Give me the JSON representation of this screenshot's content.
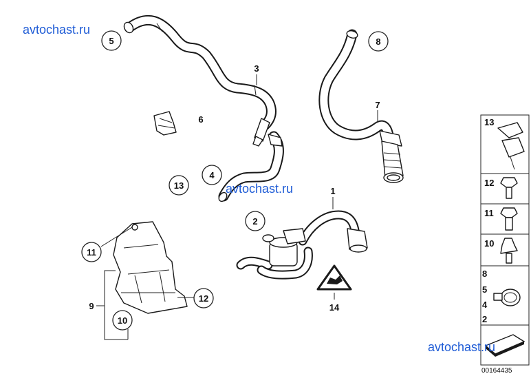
{
  "watermarks": [
    "avtochast.ru",
    "avtochast.ru",
    "avtochast.ru"
  ],
  "callouts": {
    "c1": "1",
    "c2": "2",
    "c3": "3",
    "c4": "4",
    "c5": "5",
    "c6": "6",
    "c7": "7",
    "c8": "8",
    "c9": "9",
    "c10": "10",
    "c11": "11",
    "c12": "12",
    "c13": "13",
    "c14": "14"
  },
  "legend": {
    "r13": "13",
    "r12": "12",
    "r11": "11",
    "r10": "10",
    "group": [
      "8",
      "5",
      "4",
      "2"
    ]
  },
  "catalog_number": "00164435"
}
